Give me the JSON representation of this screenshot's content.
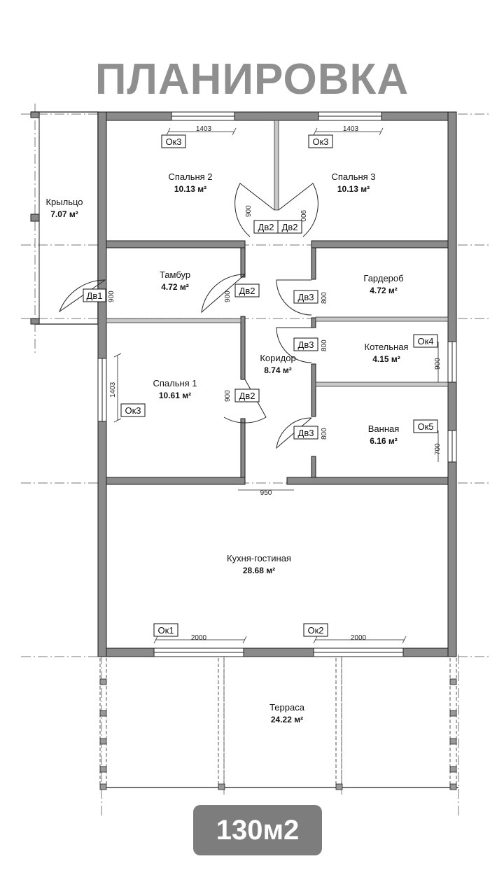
{
  "title": "ПЛАНИРОВКА",
  "total_area": "130м2",
  "rooms": [
    {
      "name": "Крыльцо",
      "area": "7.07 м²"
    },
    {
      "name": "Спальня 2",
      "area": "10.13 м²"
    },
    {
      "name": "Спальня 3",
      "area": "10.13 м²"
    },
    {
      "name": "Тамбур",
      "area": "4.72 м²"
    },
    {
      "name": "Гардероб",
      "area": "4.72 м²"
    },
    {
      "name": "Коридор",
      "area": "8.74 м²"
    },
    {
      "name": "Котельная",
      "area": "4.15 м²"
    },
    {
      "name": "Спальня 1",
      "area": "10.61 м²"
    },
    {
      "name": "Ванная",
      "area": "6.16 м²"
    },
    {
      "name": "Кухня-гостиная",
      "area": "28.68 м²"
    },
    {
      "name": "Терраса",
      "area": "24.22 м²"
    }
  ],
  "tags": [
    "Ок3",
    "Ок3",
    "Дв2",
    "Дв2",
    "Дв1",
    "Дв2",
    "Дв3",
    "Дв3",
    "Ок4",
    "Ок3",
    "Дв2",
    "Дв3",
    "Ок5",
    "Ок1",
    "Ок2"
  ],
  "dimensions": [
    "1403",
    "1403",
    "900",
    "900",
    "900",
    "900",
    "800",
    "800",
    "900",
    "1403",
    "900",
    "800",
    "700",
    "950",
    "2000",
    "2000"
  ]
}
